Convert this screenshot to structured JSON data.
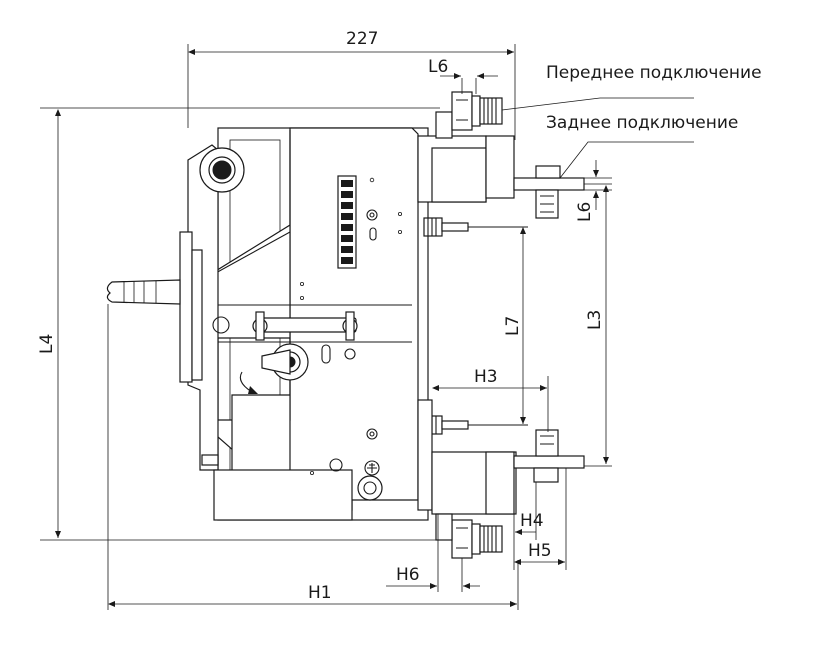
{
  "dimensions": {
    "width_227": "227",
    "l6_top": "L6",
    "l6_right": "L6",
    "l4": "L4",
    "l7": "L7",
    "l3": "L3",
    "h3": "H3",
    "h4": "H4",
    "h5": "H5",
    "h6": "H6",
    "h1": "H1"
  },
  "notes": {
    "front_connection": "Переднее подключение",
    "rear_connection": "Заднее подключение"
  }
}
